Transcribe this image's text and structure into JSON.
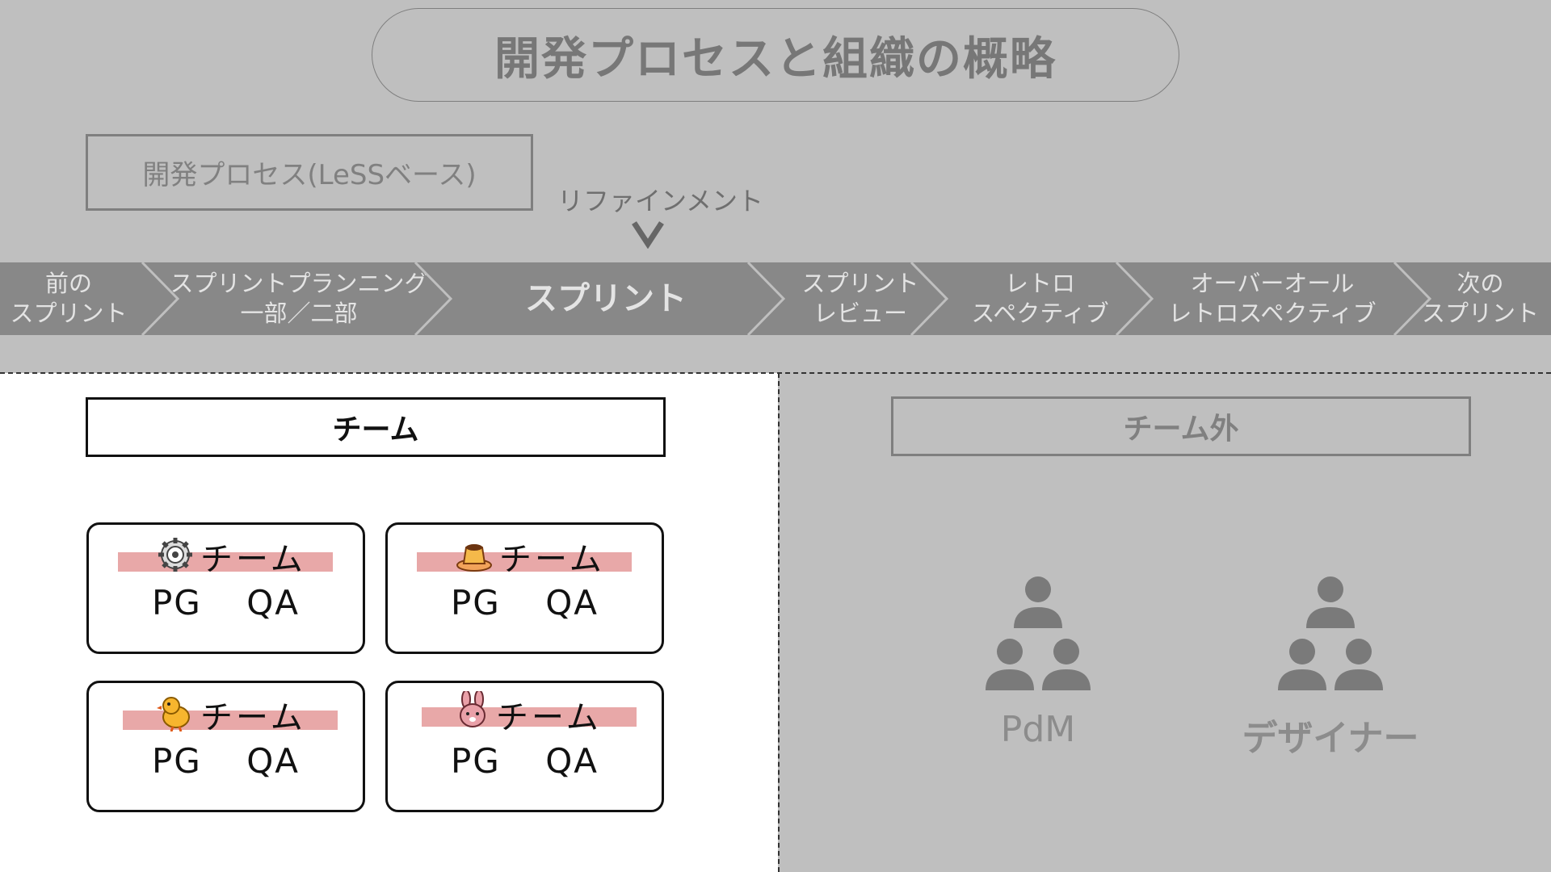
{
  "title": "開発プロセスと組織の概略",
  "process_label": "開発プロセス(LeSSベース)",
  "refinement_label": "リファインメント",
  "steps": [
    {
      "label": "前の\nスプリント"
    },
    {
      "label": "スプリントプランニング\n一部／二部"
    },
    {
      "label": "スプリント"
    },
    {
      "label": "スプリント\nレビュー"
    },
    {
      "label": "レトロ\nスペクティブ"
    },
    {
      "label": "オーバーオール\nレトロスペクティブ"
    },
    {
      "label": "次の\nスプリント"
    }
  ],
  "team_header": "チーム",
  "outside_header": "チーム外",
  "teams": [
    {
      "name": "チーム",
      "roles": "PG QA",
      "icon": "gear-icon"
    },
    {
      "name": "チーム",
      "roles": "PG QA",
      "icon": "pudding-icon"
    },
    {
      "name": "チーム",
      "roles": "PG QA",
      "icon": "chick-icon"
    },
    {
      "name": "チーム",
      "roles": "PG QA",
      "icon": "rabbit-icon"
    }
  ],
  "outside_groups": [
    {
      "label": "PdM",
      "icon": "people-group-icon"
    },
    {
      "label": "デザイナー",
      "icon": "people-group-icon"
    }
  ],
  "colors": {
    "background": "#bfbfbf",
    "band": "#888888",
    "highlight": "#e8a8a8",
    "team_area": "#ffffff"
  }
}
